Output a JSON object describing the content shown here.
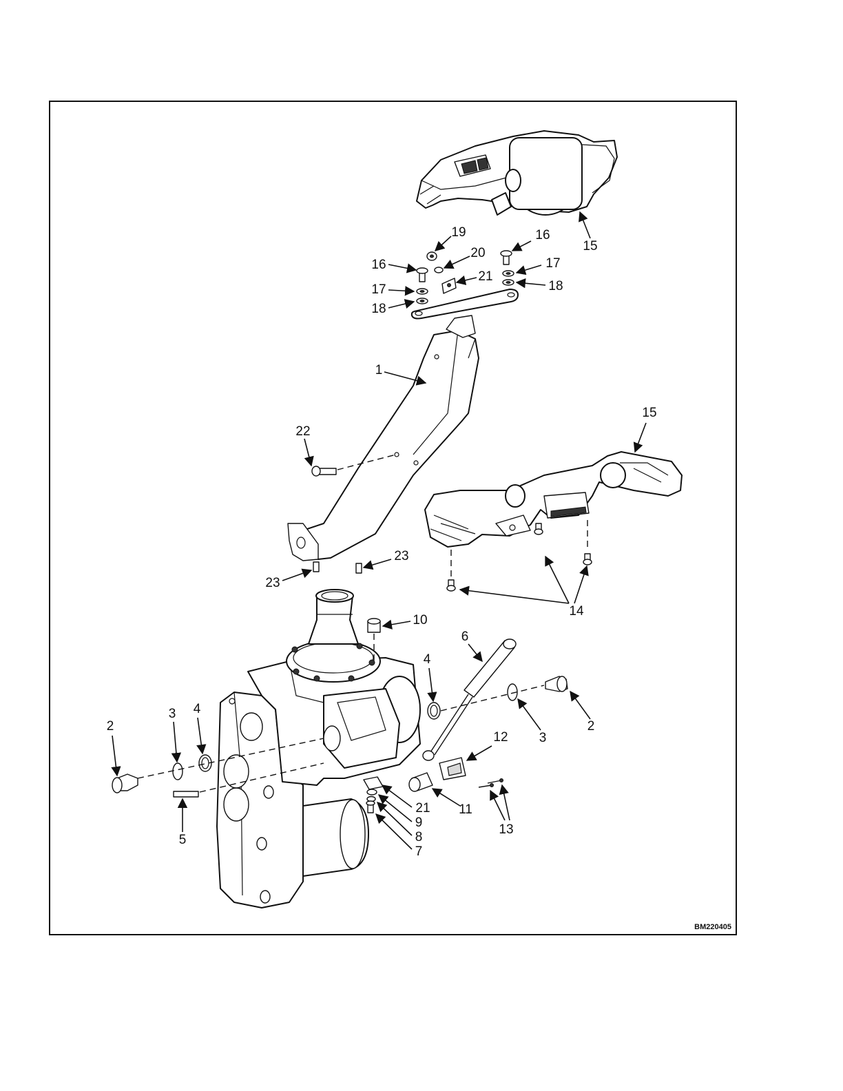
{
  "figure": {
    "reference_code": "BM220405",
    "callouts": [
      {
        "label": "1"
      },
      {
        "label": "2"
      },
      {
        "label": "2"
      },
      {
        "label": "3"
      },
      {
        "label": "3"
      },
      {
        "label": "4"
      },
      {
        "label": "4"
      },
      {
        "label": "5"
      },
      {
        "label": "6"
      },
      {
        "label": "7"
      },
      {
        "label": "8"
      },
      {
        "label": "9"
      },
      {
        "label": "10"
      },
      {
        "label": "11"
      },
      {
        "label": "12"
      },
      {
        "label": "13"
      },
      {
        "label": "14"
      },
      {
        "label": "15"
      },
      {
        "label": "15"
      },
      {
        "label": "16"
      },
      {
        "label": "16"
      },
      {
        "label": "17"
      },
      {
        "label": "17"
      },
      {
        "label": "18"
      },
      {
        "label": "18"
      },
      {
        "label": "19"
      },
      {
        "label": "20"
      },
      {
        "label": "21"
      },
      {
        "label": "21"
      },
      {
        "label": "22"
      },
      {
        "label": "23"
      },
      {
        "label": "23"
      }
    ]
  }
}
